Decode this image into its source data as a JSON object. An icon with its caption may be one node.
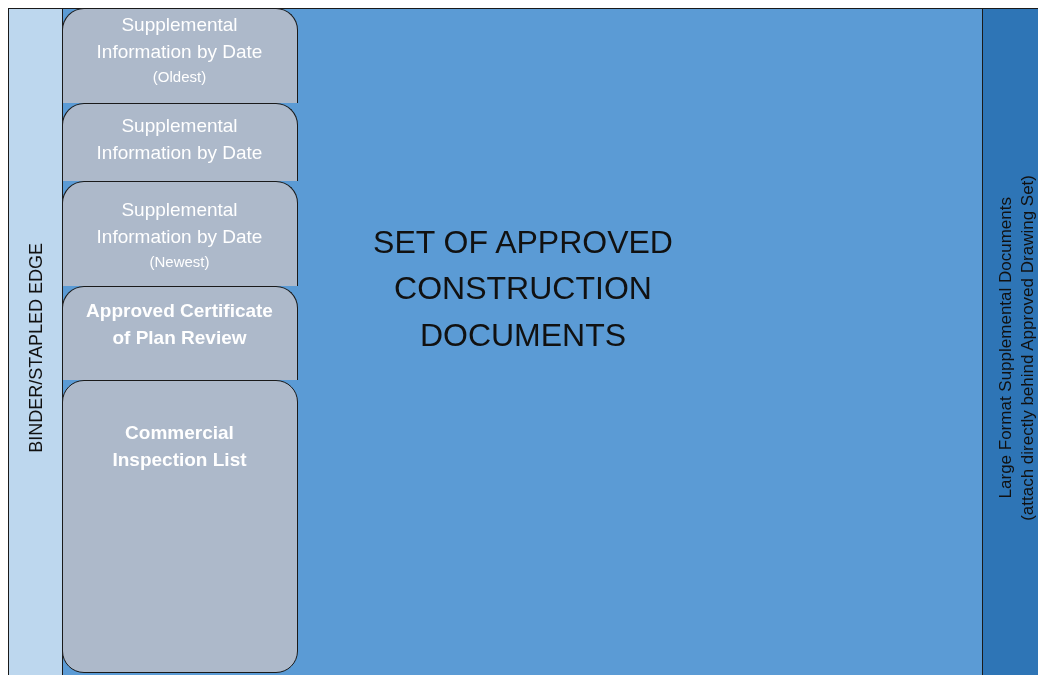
{
  "diagram": {
    "nodes": [
      {
        "text": [
          "BINDER/STAPLED EDGE"
        ]
      },
      {
        "text": [
          "SET OF APPROVED CONSTRUCTION DOCUMENTS"
        ]
      },
      {
        "text": [
          "Large Format Supplemental Documents",
          "(attach directly behind Approved Drawing Set)"
        ]
      },
      {
        "text": [
          "Supplemental Information by Date",
          "(Oldest)"
        ],
        "in": 1
      },
      {
        "text": [
          "Supplemental Information by Date"
        ],
        "in": 1
      },
      {
        "text": [
          "Supplemental Information by Date",
          "(Newest)"
        ],
        "in": 1
      },
      {
        "text": [
          "Approved Certificate of Plan Review"
        ],
        "in": 1
      },
      {
        "text": [
          "Commercial Inspection List"
        ],
        "in": 1
      }
    ],
    "edges": []
  }
}
